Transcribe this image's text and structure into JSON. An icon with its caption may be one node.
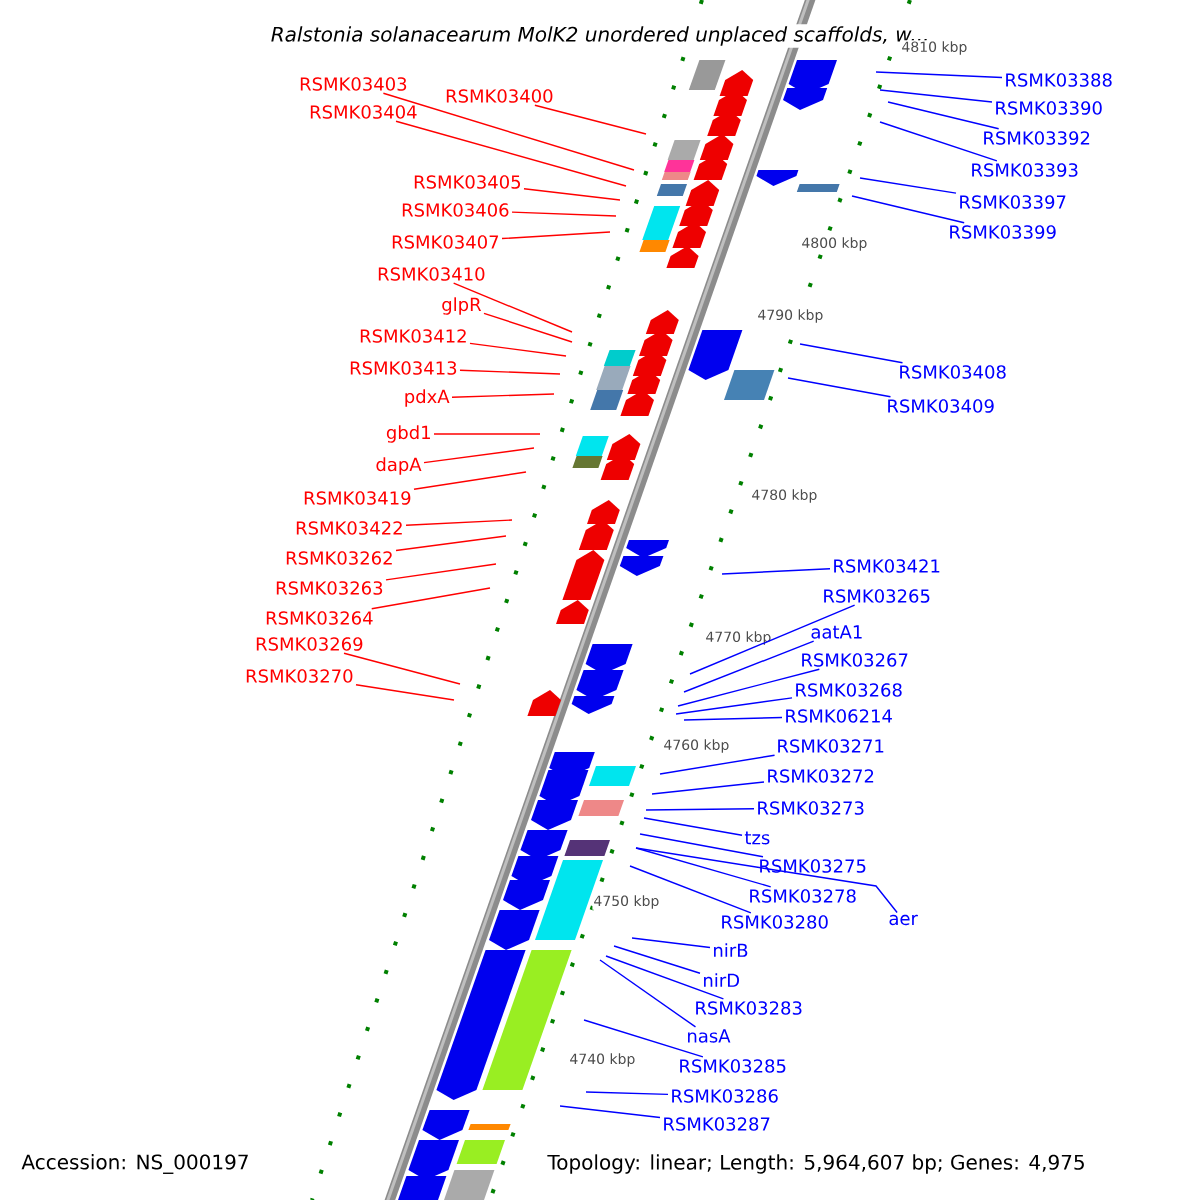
{
  "diagram": {
    "title": "Ralstonia solanacearum MolK2 unordered unplaced scaffolds, w...",
    "nodes": [
      {
        "text": [
          "RSMK03403"
        ]
      },
      {
        "text": [
          "RSMK03400"
        ]
      },
      {
        "text": [
          "RSMK03404"
        ]
      },
      {
        "text": [
          "RSMK03405"
        ]
      },
      {
        "text": [
          "RSMK03406"
        ]
      },
      {
        "text": [
          "RSMK03407"
        ]
      },
      {
        "text": [
          "RSMK03410"
        ]
      },
      {
        "text": [
          "glpR"
        ]
      },
      {
        "text": [
          "RSMK03412"
        ]
      },
      {
        "text": [
          "RSMK03413"
        ]
      },
      {
        "text": [
          "pdxA"
        ]
      },
      {
        "text": [
          "gbd1"
        ]
      },
      {
        "text": [
          "dapA"
        ]
      },
      {
        "text": [
          "RSMK03419"
        ]
      },
      {
        "text": [
          "RSMK03422"
        ]
      },
      {
        "text": [
          "RSMK03262"
        ]
      },
      {
        "text": [
          "RSMK03263"
        ]
      },
      {
        "text": [
          "RSMK03264"
        ]
      },
      {
        "text": [
          "RSMK03269"
        ]
      },
      {
        "text": [
          "RSMK03270"
        ]
      },
      {
        "text": [
          "RSMK03388"
        ]
      },
      {
        "text": [
          "RSMK03390"
        ]
      },
      {
        "text": [
          "RSMK03392"
        ]
      },
      {
        "text": [
          "RSMK03393"
        ]
      },
      {
        "text": [
          "RSMK03397"
        ]
      },
      {
        "text": [
          "RSMK03399"
        ]
      },
      {
        "text": [
          "RSMK03408"
        ]
      },
      {
        "text": [
          "RSMK03409"
        ]
      },
      {
        "text": [
          "RSMK03421"
        ]
      },
      {
        "text": [
          "RSMK03265"
        ]
      },
      {
        "text": [
          "aatA1"
        ]
      },
      {
        "text": [
          "RSMK03267"
        ]
      },
      {
        "text": [
          "RSMK03268"
        ]
      },
      {
        "text": [
          "RSMK06214"
        ]
      },
      {
        "text": [
          "RSMK03271"
        ]
      },
      {
        "text": [
          "RSMK03272"
        ]
      },
      {
        "text": [
          "RSMK03273"
        ]
      },
      {
        "text": [
          "tzs"
        ]
      },
      {
        "text": [
          "RSMK03275"
        ]
      },
      {
        "text": [
          "RSMK03278"
        ]
      },
      {
        "text": [
          "aer"
        ]
      },
      {
        "text": [
          "RSMK03280"
        ]
      },
      {
        "text": [
          "nirB"
        ]
      },
      {
        "text": [
          "nirD"
        ]
      },
      {
        "text": [
          "RSMK03283"
        ]
      },
      {
        "text": [
          "nasA"
        ]
      },
      {
        "text": [
          "RSMK03285"
        ]
      },
      {
        "text": [
          "RSMK03286"
        ]
      },
      {
        "text": [
          "RSMK03287"
        ]
      }
    ],
    "edges": [
      {
        "from": 0,
        "to": null,
        "arrow": "none",
        "color": "#ff0000"
      },
      {
        "from": 1,
        "to": null,
        "arrow": "none",
        "color": "#ff0000"
      },
      {
        "from": 2,
        "to": null,
        "arrow": "none",
        "color": "#ff0000"
      },
      {
        "from": 3,
        "to": null,
        "arrow": "none",
        "color": "#ff0000"
      },
      {
        "from": 4,
        "to": null,
        "arrow": "none",
        "color": "#ff0000"
      },
      {
        "from": 5,
        "to": null,
        "arrow": "none",
        "color": "#ff0000"
      },
      {
        "from": 6,
        "to": null,
        "arrow": "none",
        "color": "#ff0000"
      },
      {
        "from": 7,
        "to": null,
        "arrow": "none",
        "color": "#ff0000"
      },
      {
        "from": 8,
        "to": null,
        "arrow": "none",
        "color": "#ff0000"
      },
      {
        "from": 9,
        "to": null,
        "arrow": "none",
        "color": "#ff0000"
      },
      {
        "from": 10,
        "to": null,
        "arrow": "none",
        "color": "#ff0000"
      },
      {
        "from": 11,
        "to": null,
        "arrow": "none",
        "color": "#ff0000"
      },
      {
        "from": 12,
        "to": null,
        "arrow": "none",
        "color": "#ff0000"
      },
      {
        "from": 13,
        "to": null,
        "arrow": "none",
        "color": "#ff0000"
      },
      {
        "from": 14,
        "to": null,
        "arrow": "none",
        "color": "#ff0000"
      },
      {
        "from": 15,
        "to": null,
        "arrow": "none",
        "color": "#ff0000"
      },
      {
        "from": 16,
        "to": null,
        "arrow": "none",
        "color": "#ff0000"
      },
      {
        "from": 17,
        "to": null,
        "arrow": "none",
        "color": "#ff0000"
      },
      {
        "from": 18,
        "to": null,
        "arrow": "none",
        "color": "#ff0000"
      },
      {
        "from": 19,
        "to": null,
        "arrow": "none",
        "color": "#ff0000"
      },
      {
        "from": 20,
        "to": null,
        "arrow": "none"
      },
      {
        "from": 21,
        "to": null,
        "arrow": "none"
      },
      {
        "from": 22,
        "to": null,
        "arrow": "none"
      },
      {
        "from": 23,
        "to": null,
        "arrow": "none"
      },
      {
        "from": 24,
        "to": null,
        "arrow": "none"
      },
      {
        "from": 25,
        "to": null,
        "arrow": "none"
      },
      {
        "from": 26,
        "to": null,
        "arrow": "none"
      },
      {
        "from": 27,
        "to": null,
        "arrow": "none"
      },
      {
        "from": 28,
        "to": null,
        "arrow": "none"
      },
      {
        "from": 29,
        "to": null,
        "arrow": "none"
      },
      {
        "from": 30,
        "to": null,
        "arrow": "none"
      },
      {
        "from": 31,
        "to": null,
        "arrow": "none"
      },
      {
        "from": 32,
        "to": null,
        "arrow": "none"
      },
      {
        "from": 33,
        "to": null,
        "arrow": "none"
      },
      {
        "from": 34,
        "to": null,
        "arrow": "none"
      },
      {
        "from": 35,
        "to": null,
        "arrow": "none"
      },
      {
        "from": 36,
        "to": null,
        "arrow": "none"
      },
      {
        "from": 37,
        "to": null,
        "arrow": "none"
      },
      {
        "from": 38,
        "to": null,
        "arrow": "none"
      },
      {
        "from": 39,
        "to": null,
        "arrow": "none"
      },
      {
        "from": 40,
        "to": null,
        "arrow": "none"
      },
      {
        "from": 41,
        "to": null,
        "arrow": "none"
      },
      {
        "from": 42,
        "to": null,
        "arrow": "none"
      },
      {
        "from": 43,
        "to": null,
        "arrow": "none"
      },
      {
        "from": 44,
        "to": null,
        "arrow": "none"
      },
      {
        "from": 45,
        "to": null,
        "arrow": "none"
      },
      {
        "from": 46,
        "to": null,
        "arrow": "none"
      },
      {
        "from": 47,
        "to": null,
        "arrow": "none"
      },
      {
        "from": 48,
        "to": null,
        "arrow": "none"
      }
    ],
    "labels": [
      "4810 kbp",
      "4800 kbp",
      "4790 kbp",
      "4780 kbp",
      "4770 kbp",
      "4760 kbp",
      "4750 kbp",
      "4740 kbp",
      "Accession: NS_000197",
      "Topology: linear; Length: 5,964,607 bp; Genes: 4,975"
    ]
  }
}
